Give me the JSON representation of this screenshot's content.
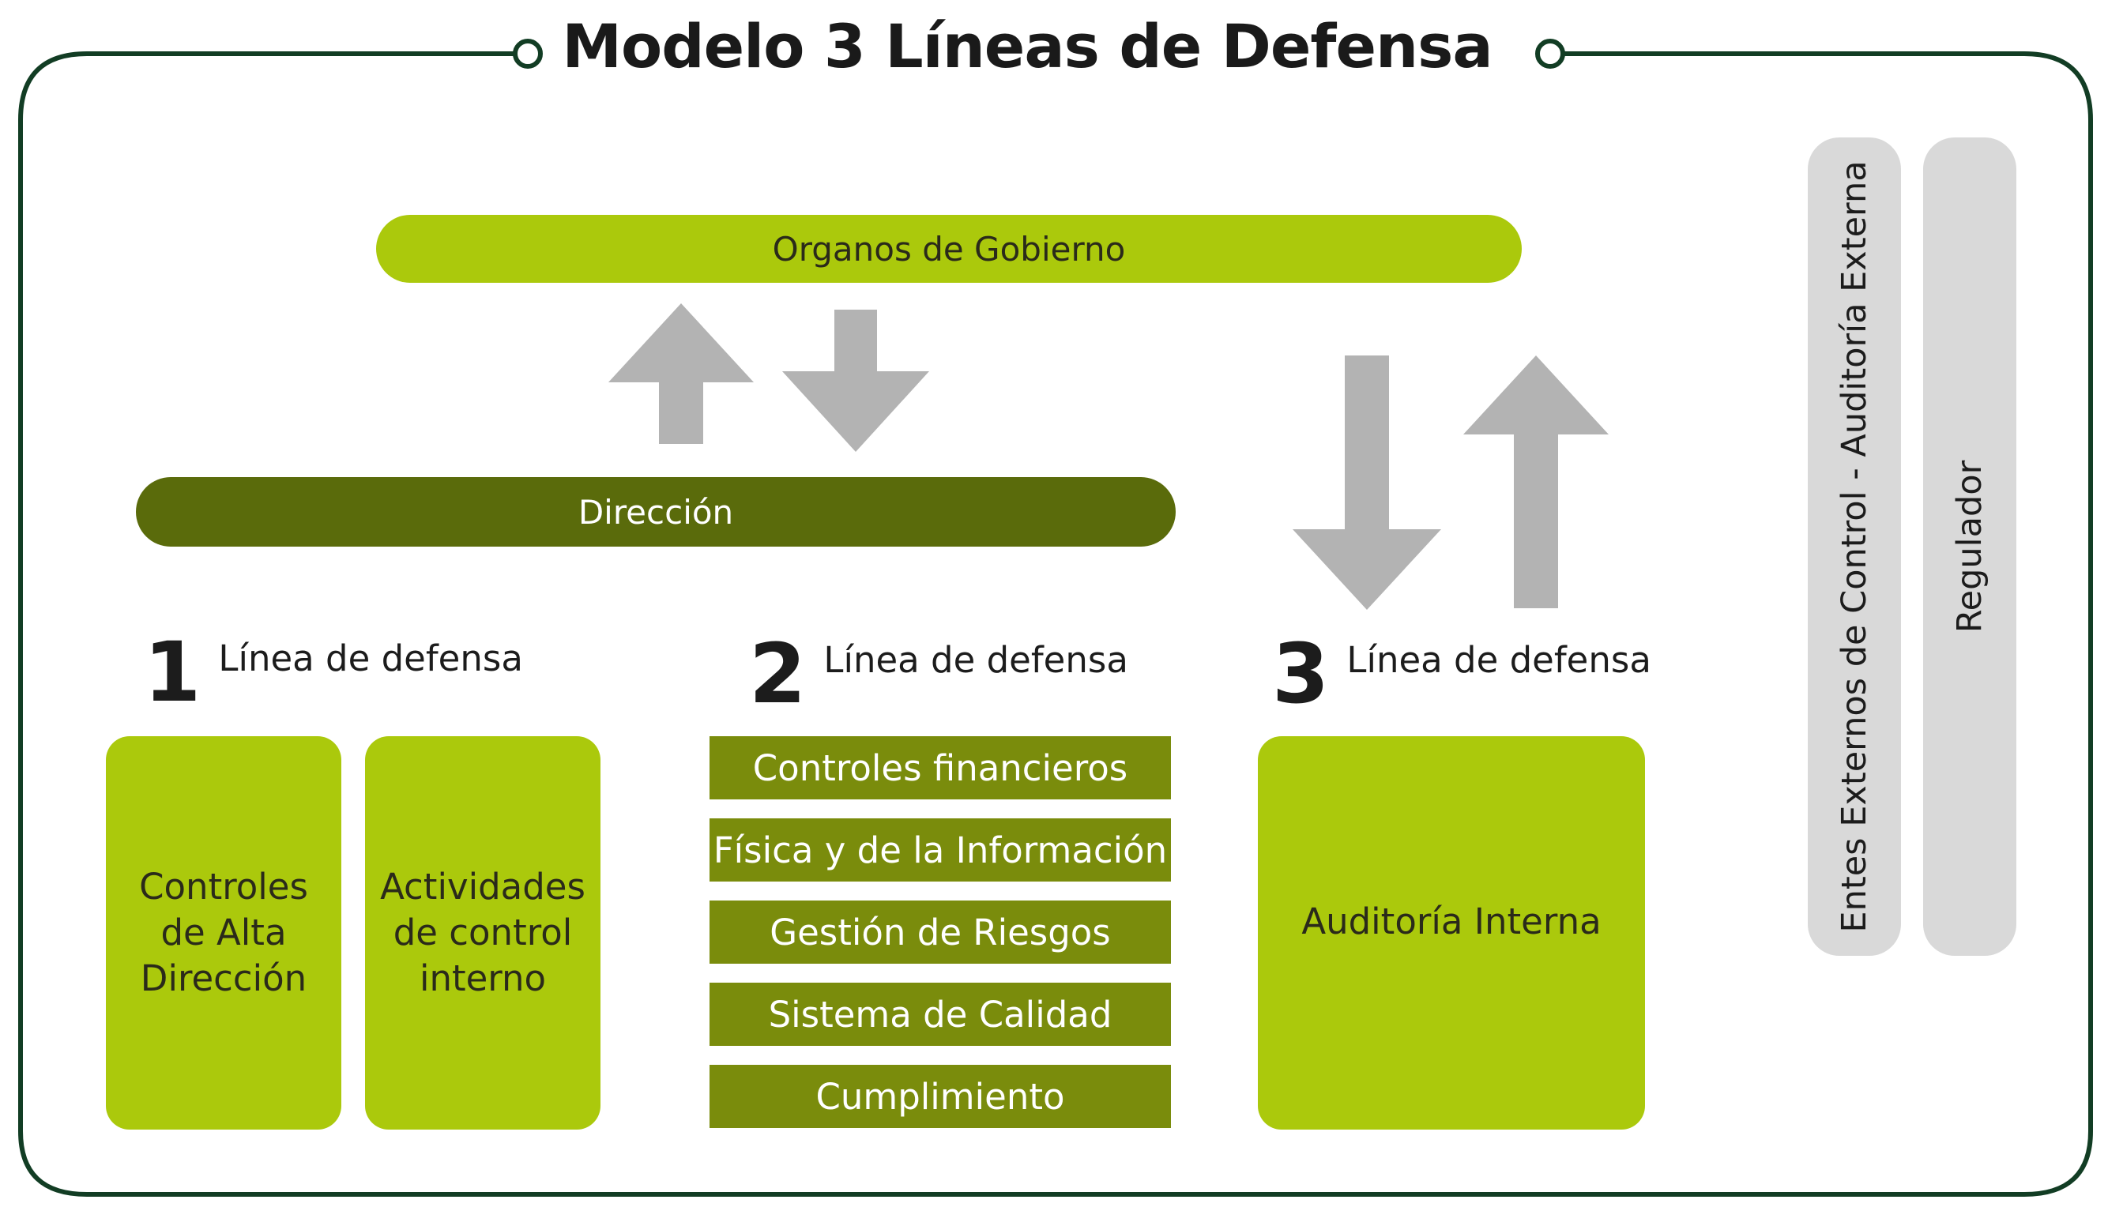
{
  "title": "Modelo 3 Líneas de Defensa",
  "governance": "Organos de Gobierno",
  "management": "Dirección",
  "lines": [
    {
      "number": "1",
      "label": "Línea de defensa",
      "boxes": [
        "Controles de Alta Dirección",
        "Actividades de control interno"
      ]
    },
    {
      "number": "2",
      "label": "Línea de defensa",
      "bars": [
        "Controles financieros",
        "Física y de la Información",
        "Gestión de Riesgos",
        "Sistema de Calidad",
        "Cumplimiento"
      ]
    },
    {
      "number": "3",
      "label": "Línea de defensa",
      "boxes": [
        "Auditoría Interna"
      ]
    }
  ],
  "external": {
    "auditors": "Entes Externos de Control - Auditoría Externa",
    "regulator": "Regulador"
  },
  "colors": {
    "frame": "#123d24",
    "light_green": "#abc90c",
    "dark_green": "#5a6b0b",
    "olive": "#7a8c0c",
    "arrow_gray": "#b3b3b3",
    "panel_gray": "#d9d9d9"
  }
}
